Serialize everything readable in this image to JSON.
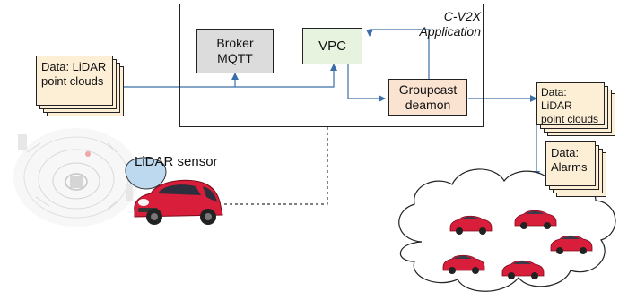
{
  "diagram": {
    "application_title_line1": "C-V2X",
    "application_title_line2": "Application",
    "broker_line1": "Broker",
    "broker_line2": "MQTT",
    "vpc_label": "VPC",
    "groupcast_line1": "Groupcast",
    "groupcast_line2": "deamon",
    "input_data_line1": "Data: LiDAR",
    "input_data_line2": "point clouds",
    "output_data_line1": "Data: LiDAR",
    "output_data_line2": "point clouds",
    "alarms_line1": "Data:",
    "alarms_line2": "Alarms",
    "sensor_label": "LiDAR sensor"
  },
  "colors": {
    "broker_fill": "#dcdcdc",
    "vpc_fill": "#e8f3df",
    "groupcast_fill": "#fbe3d2",
    "data_card_fill": "#fcefd6",
    "arrow_color": "#3a6ea8",
    "car_color": "#d81e3a",
    "sensor_blob_color": "#bcd9ef"
  },
  "icons": [
    "lidar-point-cloud-image",
    "lidar-sensor-icon",
    "car-icon",
    "cloud-icon"
  ]
}
